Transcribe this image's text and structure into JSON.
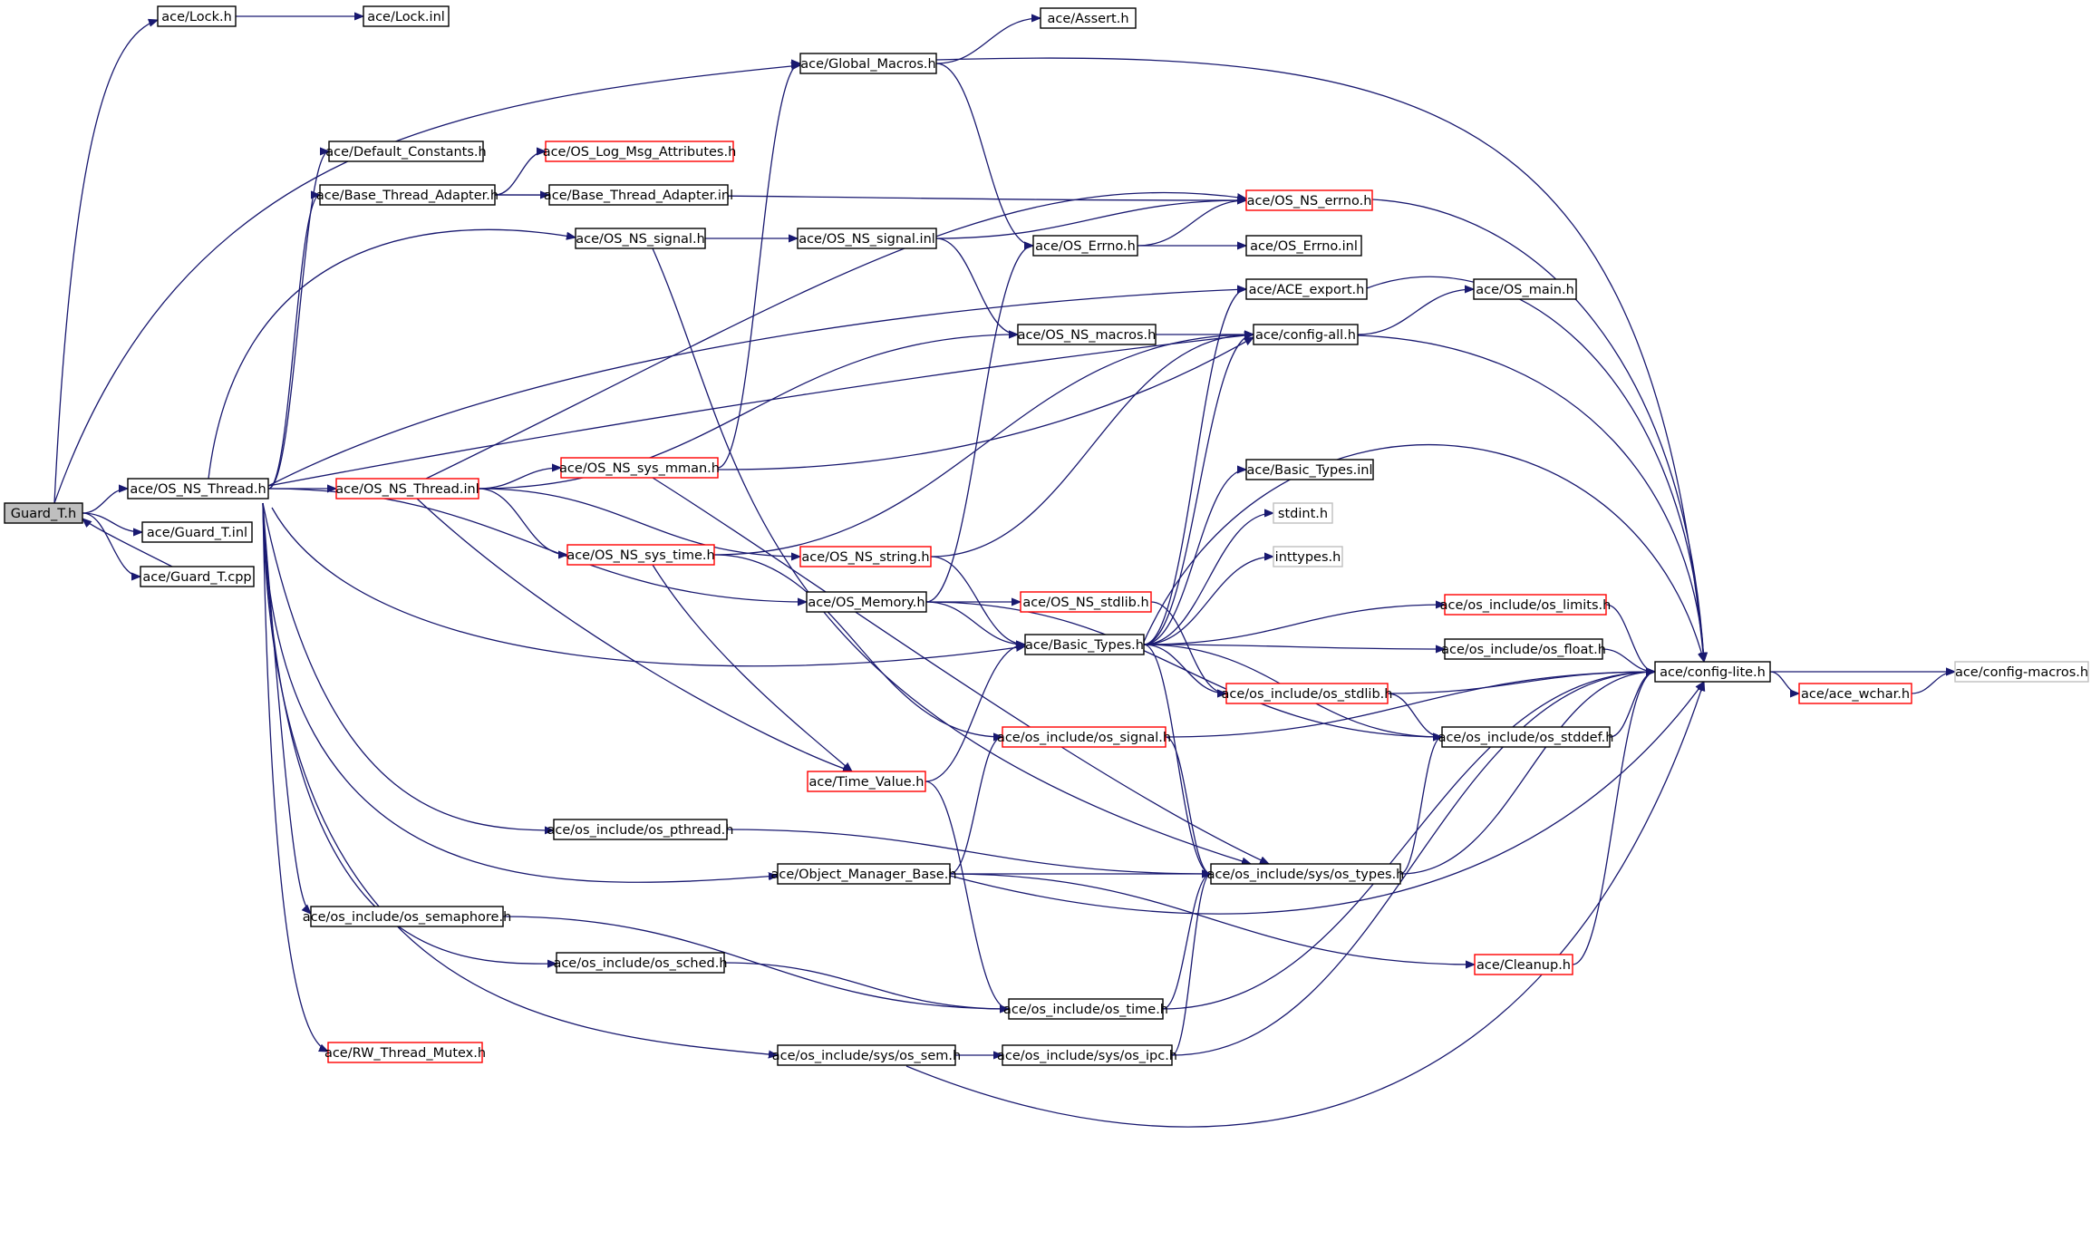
{
  "nodes": [
    {
      "id": "guard_t_h",
      "label": "Guard_T.h",
      "style": "root"
    },
    {
      "id": "lock_h",
      "label": "ace/Lock.h",
      "style": "normal"
    },
    {
      "id": "lock_inl",
      "label": "ace/Lock.inl",
      "style": "normal"
    },
    {
      "id": "global_macros_h",
      "label": "ace/Global_Macros.h",
      "style": "normal"
    },
    {
      "id": "assert_h",
      "label": "ace/Assert.h",
      "style": "normal"
    },
    {
      "id": "default_constants_h",
      "label": "ace/Default_Constants.h",
      "style": "normal"
    },
    {
      "id": "os_log_msg_attributes_h",
      "label": "ace/OS_Log_Msg_Attributes.h",
      "style": "truncated"
    },
    {
      "id": "base_thread_adapter_h",
      "label": "ace/Base_Thread_Adapter.h",
      "style": "normal"
    },
    {
      "id": "base_thread_adapter_inl",
      "label": "ace/Base_Thread_Adapter.inl",
      "style": "normal"
    },
    {
      "id": "os_ns_errno_h",
      "label": "ace/OS_NS_errno.h",
      "style": "truncated"
    },
    {
      "id": "os_ns_signal_h",
      "label": "ace/OS_NS_signal.h",
      "style": "normal"
    },
    {
      "id": "os_ns_signal_inl",
      "label": "ace/OS_NS_signal.inl",
      "style": "normal"
    },
    {
      "id": "os_errno_h",
      "label": "ace/OS_Errno.h",
      "style": "normal"
    },
    {
      "id": "os_errno_inl",
      "label": "ace/OS_Errno.inl",
      "style": "normal"
    },
    {
      "id": "ace_export_h",
      "label": "ace/ACE_export.h",
      "style": "normal"
    },
    {
      "id": "os_main_h",
      "label": "ace/OS_main.h",
      "style": "normal"
    },
    {
      "id": "os_ns_macros_h",
      "label": "ace/OS_NS_macros.h",
      "style": "normal"
    },
    {
      "id": "config_all_h",
      "label": "ace/config-all.h",
      "style": "normal"
    },
    {
      "id": "os_ns_sys_mman_h",
      "label": "ace/OS_NS_sys_mman.h",
      "style": "truncated"
    },
    {
      "id": "basic_types_inl",
      "label": "ace/Basic_Types.inl",
      "style": "normal"
    },
    {
      "id": "os_ns_thread_h",
      "label": "ace/OS_NS_Thread.h",
      "style": "normal"
    },
    {
      "id": "os_ns_thread_inl",
      "label": "ace/OS_NS_Thread.inl",
      "style": "truncated"
    },
    {
      "id": "stdint_h",
      "label": "stdint.h",
      "style": "external"
    },
    {
      "id": "guard_t_inl",
      "label": "ace/Guard_T.inl",
      "style": "normal"
    },
    {
      "id": "os_ns_sys_time_h",
      "label": "ace/OS_NS_sys_time.h",
      "style": "truncated"
    },
    {
      "id": "os_ns_string_h",
      "label": "ace/OS_NS_string.h",
      "style": "truncated"
    },
    {
      "id": "inttypes_h",
      "label": "inttypes.h",
      "style": "external"
    },
    {
      "id": "guard_t_cpp",
      "label": "ace/Guard_T.cpp",
      "style": "normal"
    },
    {
      "id": "os_memory_h",
      "label": "ace/OS_Memory.h",
      "style": "normal"
    },
    {
      "id": "os_ns_stdlib_h",
      "label": "ace/OS_NS_stdlib.h",
      "style": "truncated"
    },
    {
      "id": "os_limits_h",
      "label": "ace/os_include/os_limits.h",
      "style": "truncated"
    },
    {
      "id": "basic_types_h",
      "label": "ace/Basic_Types.h",
      "style": "normal"
    },
    {
      "id": "os_float_h",
      "label": "ace/os_include/os_float.h",
      "style": "normal"
    },
    {
      "id": "config_lite_h",
      "label": "ace/config-lite.h",
      "style": "normal"
    },
    {
      "id": "config_macros_h",
      "label": "ace/config-macros.h",
      "style": "external"
    },
    {
      "id": "os_stdlib_h",
      "label": "ace/os_include/os_stdlib.h",
      "style": "truncated"
    },
    {
      "id": "ace_wchar_h",
      "label": "ace/ace_wchar.h",
      "style": "truncated"
    },
    {
      "id": "os_stddef_h",
      "label": "ace/os_include/os_stddef.h",
      "style": "normal"
    },
    {
      "id": "os_signal_h",
      "label": "ace/os_include/os_signal.h",
      "style": "truncated"
    },
    {
      "id": "time_value_h",
      "label": "ace/Time_Value.h",
      "style": "truncated"
    },
    {
      "id": "os_pthread_h",
      "label": "ace/os_include/os_pthread.h",
      "style": "normal"
    },
    {
      "id": "object_manager_base_h",
      "label": "ace/Object_Manager_Base.h",
      "style": "normal"
    },
    {
      "id": "os_types_h",
      "label": "ace/os_include/sys/os_types.h",
      "style": "normal"
    },
    {
      "id": "os_semaphore_h",
      "label": "ace/os_include/os_semaphore.h",
      "style": "normal"
    },
    {
      "id": "cleanup_h",
      "label": "ace/Cleanup.h",
      "style": "truncated"
    },
    {
      "id": "os_sched_h",
      "label": "ace/os_include/os_sched.h",
      "style": "normal"
    },
    {
      "id": "os_time_h",
      "label": "ace/os_include/os_time.h",
      "style": "normal"
    },
    {
      "id": "rw_thread_mutex_h",
      "label": "ace/RW_Thread_Mutex.h",
      "style": "truncated"
    },
    {
      "id": "os_sem_h",
      "label": "ace/os_include/sys/os_sem.h",
      "style": "normal"
    },
    {
      "id": "os_ipc_h",
      "label": "ace/os_include/sys/os_ipc.h",
      "style": "normal"
    }
  ],
  "edges": [
    {
      "from": "guard_t_h",
      "to": "lock_h"
    },
    {
      "from": "guard_t_h",
      "to": "global_macros_h"
    },
    {
      "from": "guard_t_h",
      "to": "os_ns_thread_h"
    },
    {
      "from": "guard_t_h",
      "to": "guard_t_inl"
    },
    {
      "from": "guard_t_h",
      "to": "guard_t_cpp"
    },
    {
      "from": "guard_t_cpp",
      "to": "guard_t_h"
    },
    {
      "from": "lock_h",
      "to": "lock_inl"
    },
    {
      "from": "global_macros_h",
      "to": "assert_h"
    },
    {
      "from": "global_macros_h",
      "to": "os_errno_h"
    },
    {
      "from": "global_macros_h",
      "to": "config_lite_h"
    },
    {
      "from": "os_ns_thread_h",
      "to": "default_constants_h"
    },
    {
      "from": "os_ns_thread_h",
      "to": "base_thread_adapter_h"
    },
    {
      "from": "os_ns_thread_h",
      "to": "os_ns_signal_h"
    },
    {
      "from": "os_ns_thread_h",
      "to": "ace_export_h"
    },
    {
      "from": "os_ns_thread_h",
      "to": "config_all_h"
    },
    {
      "from": "os_ns_thread_h",
      "to": "os_ns_thread_inl"
    },
    {
      "from": "os_ns_thread_h",
      "to": "os_memory_h"
    },
    {
      "from": "os_ns_thread_h",
      "to": "basic_types_h"
    },
    {
      "from": "os_ns_thread_h",
      "to": "os_pthread_h"
    },
    {
      "from": "os_ns_thread_h",
      "to": "object_manager_base_h"
    },
    {
      "from": "os_ns_thread_h",
      "to": "os_semaphore_h"
    },
    {
      "from": "os_ns_thread_h",
      "to": "os_sched_h"
    },
    {
      "from": "os_ns_thread_h",
      "to": "rw_thread_mutex_h"
    },
    {
      "from": "os_ns_thread_h",
      "to": "os_sem_h"
    },
    {
      "from": "base_thread_adapter_h",
      "to": "os_log_msg_attributes_h"
    },
    {
      "from": "base_thread_adapter_h",
      "to": "base_thread_adapter_inl"
    },
    {
      "from": "base_thread_adapter_h",
      "to": "os_ns_errno_h"
    },
    {
      "from": "os_ns_signal_h",
      "to": "os_ns_signal_inl"
    },
    {
      "from": "os_ns_signal_h",
      "to": "os_types_h"
    },
    {
      "from": "os_ns_signal_inl",
      "to": "os_ns_errno_h"
    },
    {
      "from": "os_ns_signal_inl",
      "to": "os_ns_macros_h"
    },
    {
      "from": "os_errno_h",
      "to": "os_ns_errno_h"
    },
    {
      "from": "os_errno_h",
      "to": "os_errno_inl"
    },
    {
      "from": "os_ns_errno_h",
      "to": "config_lite_h"
    },
    {
      "from": "ace_export_h",
      "to": "config_lite_h"
    },
    {
      "from": "config_all_h",
      "to": "os_main_h"
    },
    {
      "from": "config_all_h",
      "to": "config_lite_h"
    },
    {
      "from": "os_ns_macros_h",
      "to": "config_all_h"
    },
    {
      "from": "os_ns_thread_inl",
      "to": "os_ns_macros_h"
    },
    {
      "from": "os_ns_thread_inl",
      "to": "os_ns_sys_mman_h"
    },
    {
      "from": "os_ns_thread_inl",
      "to": "os_ns_sys_time_h"
    },
    {
      "from": "os_ns_thread_inl",
      "to": "os_ns_string_h"
    },
    {
      "from": "os_ns_thread_inl",
      "to": "time_value_h"
    },
    {
      "from": "os_ns_thread_inl",
      "to": "os_ns_errno_h"
    },
    {
      "from": "os_ns_sys_mman_h",
      "to": "global_macros_h"
    },
    {
      "from": "os_ns_sys_mman_h",
      "to": "config_all_h"
    },
    {
      "from": "os_ns_sys_mman_h",
      "to": "os_types_h"
    },
    {
      "from": "os_ns_sys_time_h",
      "to": "config_all_h"
    },
    {
      "from": "os_ns_sys_time_h",
      "to": "time_value_h"
    },
    {
      "from": "os_ns_sys_time_h",
      "to": "os_signal_h"
    },
    {
      "from": "os_ns_string_h",
      "to": "config_all_h"
    },
    {
      "from": "os_ns_string_h",
      "to": "basic_types_h"
    },
    {
      "from": "os_memory_h",
      "to": "os_errno_h"
    },
    {
      "from": "os_memory_h",
      "to": "os_ns_stdlib_h"
    },
    {
      "from": "os_memory_h",
      "to": "basic_types_h"
    },
    {
      "from": "os_memory_h",
      "to": "os_stddef_h"
    },
    {
      "from": "os_ns_stdlib_h",
      "to": "os_stdlib_h"
    },
    {
      "from": "basic_types_h",
      "to": "ace_export_h"
    },
    {
      "from": "basic_types_h",
      "to": "config_all_h"
    },
    {
      "from": "basic_types_h",
      "to": "basic_types_inl"
    },
    {
      "from": "basic_types_h",
      "to": "stdint_h"
    },
    {
      "from": "basic_types_h",
      "to": "inttypes_h"
    },
    {
      "from": "basic_types_h",
      "to": "os_limits_h"
    },
    {
      "from": "basic_types_h",
      "to": "os_float_h"
    },
    {
      "from": "basic_types_h",
      "to": "os_stdlib_h"
    },
    {
      "from": "basic_types_h",
      "to": "os_stddef_h"
    },
    {
      "from": "basic_types_h",
      "to": "config_lite_h"
    },
    {
      "from": "basic_types_h",
      "to": "os_types_h"
    },
    {
      "from": "os_limits_h",
      "to": "config_lite_h"
    },
    {
      "from": "os_float_h",
      "to": "config_lite_h"
    },
    {
      "from": "os_stdlib_h",
      "to": "config_lite_h"
    },
    {
      "from": "os_stdlib_h",
      "to": "os_stddef_h"
    },
    {
      "from": "os_stddef_h",
      "to": "config_lite_h"
    },
    {
      "from": "config_lite_h",
      "to": "config_macros_h"
    },
    {
      "from": "config_lite_h",
      "to": "ace_wchar_h"
    },
    {
      "from": "ace_wchar_h",
      "to": "config_macros_h"
    },
    {
      "from": "os_signal_h",
      "to": "os_types_h"
    },
    {
      "from": "os_signal_h",
      "to": "config_lite_h"
    },
    {
      "from": "time_value_h",
      "to": "basic_types_h"
    },
    {
      "from": "time_value_h",
      "to": "os_time_h"
    },
    {
      "from": "os_pthread_h",
      "to": "os_types_h"
    },
    {
      "from": "object_manager_base_h",
      "to": "os_signal_h"
    },
    {
      "from": "object_manager_base_h",
      "to": "os_types_h"
    },
    {
      "from": "object_manager_base_h",
      "to": "cleanup_h"
    },
    {
      "from": "object_manager_base_h",
      "to": "config_lite_h"
    },
    {
      "from": "os_types_h",
      "to": "os_stddef_h"
    },
    {
      "from": "os_types_h",
      "to": "config_lite_h"
    },
    {
      "from": "os_semaphore_h",
      "to": "os_time_h"
    },
    {
      "from": "cleanup_h",
      "to": "config_lite_h"
    },
    {
      "from": "os_sched_h",
      "to": "os_time_h"
    },
    {
      "from": "os_time_h",
      "to": "os_types_h"
    },
    {
      "from": "os_time_h",
      "to": "config_lite_h"
    },
    {
      "from": "os_sem_h",
      "to": "os_ipc_h"
    },
    {
      "from": "os_sem_h",
      "to": "config_lite_h"
    },
    {
      "from": "os_ipc_h",
      "to": "os_types_h"
    },
    {
      "from": "os_ipc_h",
      "to": "config_lite_h"
    }
  ],
  "colors": {
    "edge": "#191970",
    "border_normal": "#000000",
    "border_truncated": "#ff0000",
    "border_external": "#bfbfbf",
    "root_fill": "#bfbfbf",
    "node_fill": "#ffffff",
    "text": "#000000"
  }
}
